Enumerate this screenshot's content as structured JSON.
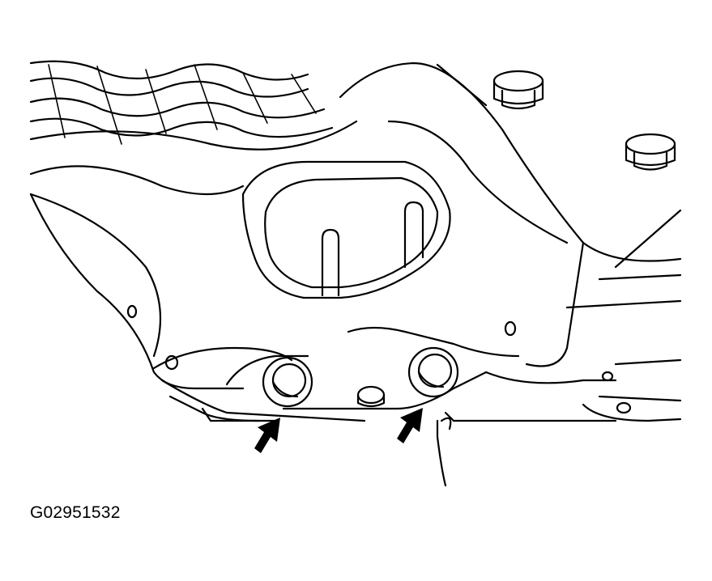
{
  "figure": {
    "id_label": "G02951532",
    "callouts": [
      "bolt-left",
      "bolt-right"
    ]
  },
  "colors": {
    "line": "#000000",
    "background": "#ffffff"
  }
}
